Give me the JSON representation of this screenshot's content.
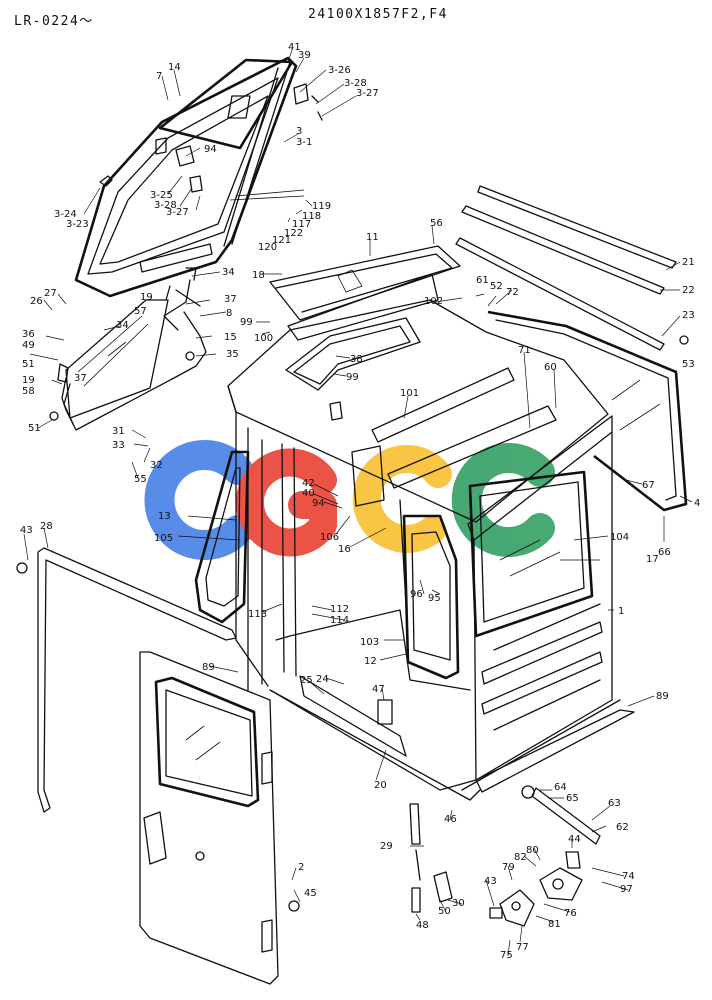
{
  "header": {
    "series_code": "LR-0224〜",
    "part_number": "24100X1857F2,F4"
  },
  "watermark": {
    "letters": [
      "c",
      "g",
      "s",
      "c"
    ],
    "colors": [
      "#4f86e8",
      "#ea4a3d",
      "#f8c33a",
      "#3ea46c"
    ]
  },
  "callouts": [
    "7",
    "14",
    "41",
    "39",
    "3-26",
    "3-28",
    "3-27",
    "3",
    "3-1",
    "94",
    "3-25",
    "3-28",
    "3-27",
    "3-24",
    "3-23",
    "119",
    "118",
    "117",
    "122",
    "121",
    "120",
    "56",
    "11",
    "21",
    "22",
    "23",
    "53",
    "34",
    "27",
    "26",
    "19",
    "57",
    "37",
    "8",
    "36",
    "49",
    "34",
    "15",
    "51",
    "35",
    "19",
    "37",
    "58",
    "51",
    "18",
    "99",
    "100",
    "102",
    "61",
    "52",
    "72",
    "38",
    "99",
    "71",
    "60",
    "101",
    "31",
    "33",
    "32",
    "55",
    "13",
    "105",
    "42",
    "40",
    "94",
    "106",
    "16",
    "43",
    "28",
    "67",
    "4",
    "104",
    "17",
    "66",
    "1",
    "96",
    "95",
    "113",
    "112",
    "114",
    "103",
    "12",
    "89",
    "24",
    "25",
    "47",
    "20",
    "89",
    "64",
    "65",
    "63",
    "62",
    "46",
    "44",
    "29",
    "82",
    "80",
    "79",
    "74",
    "97",
    "43",
    "76",
    "81",
    "50",
    "30",
    "48",
    "2",
    "45",
    "77",
    "75"
  ]
}
